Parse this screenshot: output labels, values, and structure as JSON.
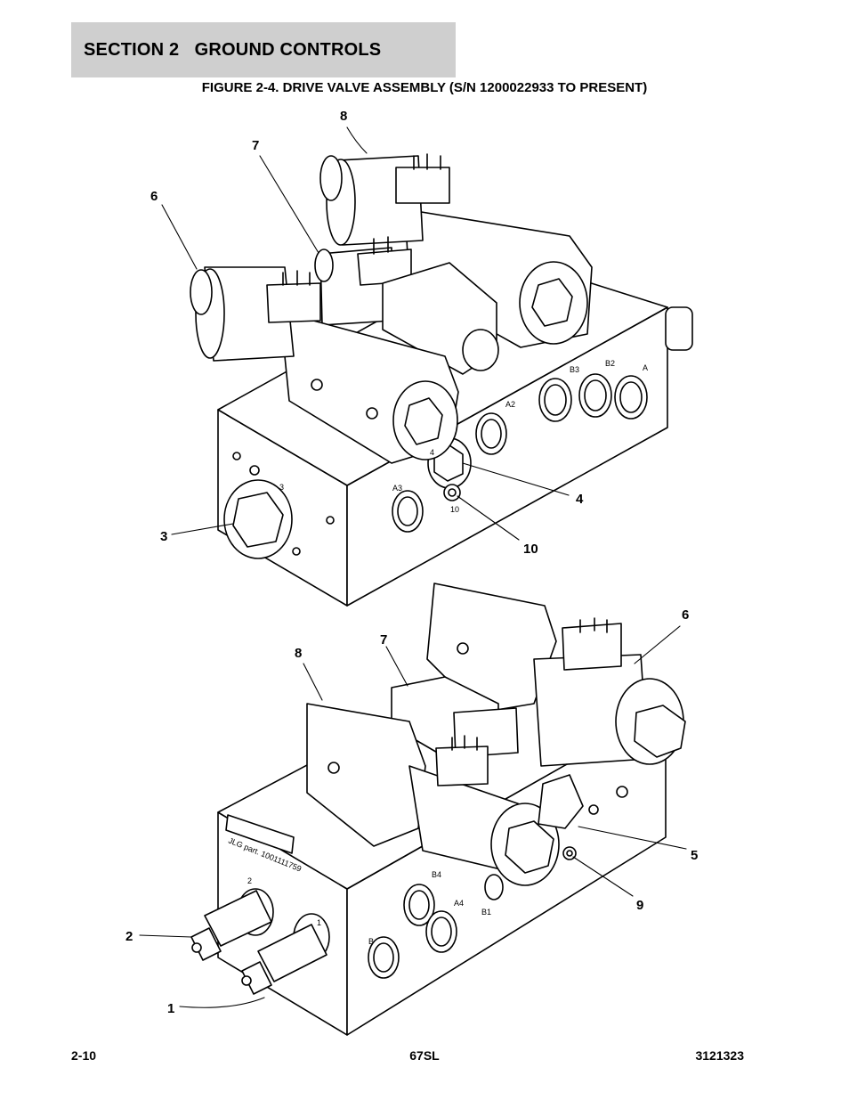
{
  "header": {
    "section_title": "SECTION 2   GROUND CONTROLS"
  },
  "figure": {
    "title": "FIGURE 2-4. DRIVE VALVE ASSEMBLY (S/N 1200022933 TO PRESENT)",
    "upper_callouts": [
      "8",
      "7",
      "6",
      "4",
      "10",
      "3"
    ],
    "lower_callouts": [
      "6",
      "7",
      "8",
      "5",
      "9",
      "2",
      "1"
    ],
    "port_stamps": {
      "upper": [
        "B3",
        "B2",
        "A",
        "A2",
        "A3",
        "3",
        "4",
        "10"
      ],
      "lower": [
        "B4",
        "A4",
        "B1",
        "B",
        "2",
        "1"
      ]
    },
    "nameplate_text": "JLG part. 1001111759"
  },
  "footer": {
    "page_number": "2-10",
    "model": "67SL",
    "doc_number": "3121323"
  }
}
